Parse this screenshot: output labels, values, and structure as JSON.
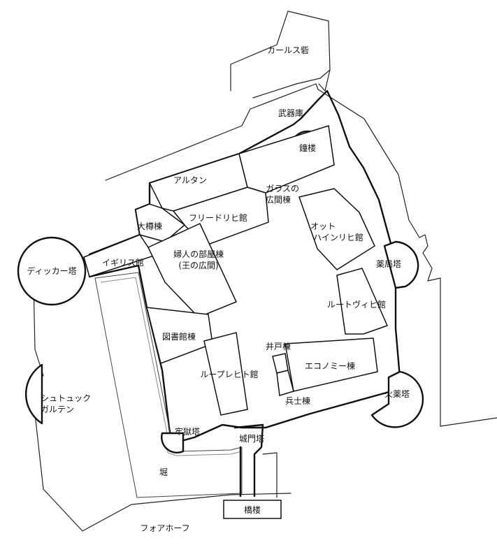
{
  "labels": {
    "karls_tower": "カールス砦",
    "armory": "武器庫",
    "bell_tower": "鐘楼",
    "altan": "アルタン",
    "glass_hall": "ガラスの\n広間棟",
    "friedrich": "フリードリヒ館",
    "big_barrel": "大樽棟",
    "ottheinrich": "オット\nハインリヒ館",
    "dicker_tower": "ディッカー塔",
    "english_hall": "イギリス館",
    "ladies_building": "婦人の部屋棟\n(王の広間)",
    "apothecary_tower": "薬局塔",
    "ludwig": "ルートヴィヒ館",
    "library": "図書館棟",
    "well_house": "井戸棟",
    "economy": "エコノミー棟",
    "ruprecht": "ループレヒト館",
    "soldiers": "兵士棟",
    "schutzgarten": "シュトュック\nガルテン",
    "powder_tower": "火薬塔",
    "jail_tower": "牢獄塔",
    "gate_tower": "城門塔",
    "moat": "堀",
    "bridge_tower": "橋楼",
    "fore_court": "フォアホーフ"
  }
}
